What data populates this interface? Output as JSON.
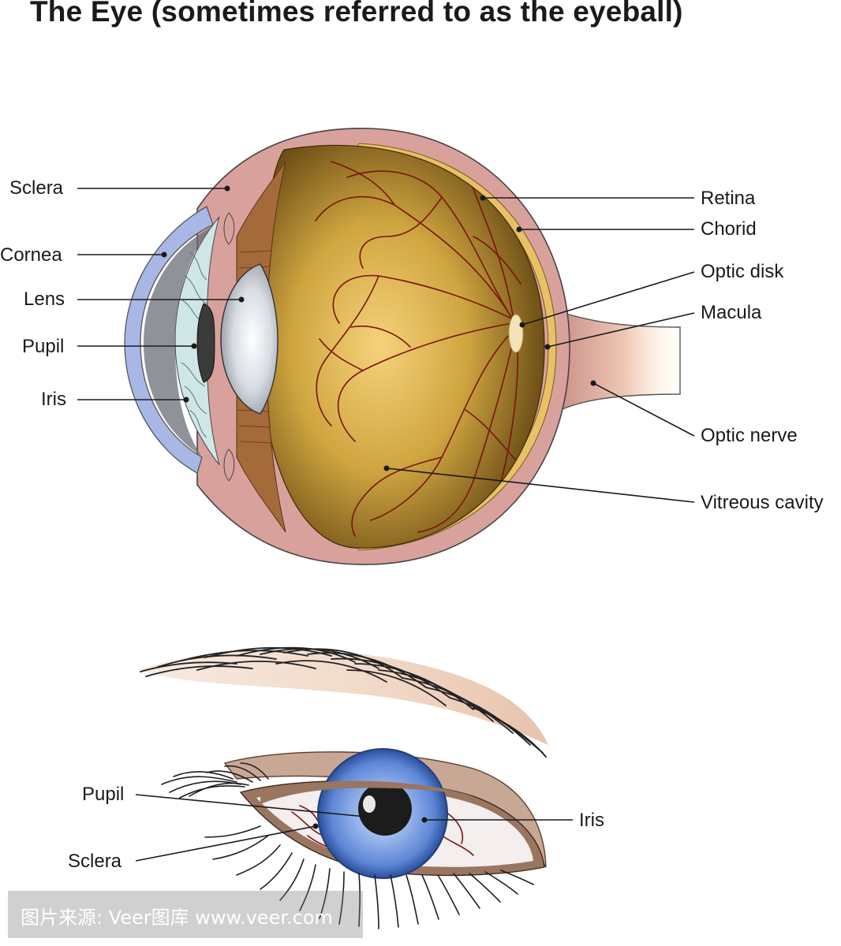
{
  "title": "The Eye (sometimes referred to as the eyeball)",
  "cross_section": {
    "labels": {
      "sclera": "Sclera",
      "cornea": "Cornea",
      "lens": "Lens",
      "pupil": "Pupil",
      "iris": "Iris",
      "retina": "Retina",
      "chorid": "Chorid",
      "optic_disk": "Optic disk",
      "macula": "Macula",
      "optic_nerve": "Optic nerve",
      "vitreous_cavity": "Vitreous cavity"
    }
  },
  "front_view": {
    "labels": {
      "pupil": "Pupil",
      "sclera": "Sclera",
      "iris": "Iris"
    }
  },
  "watermark": "图片来源: Veer图库 www.veer.com",
  "colors": {
    "sclera": "#d9a19c",
    "vitreous": "#b8902c",
    "choroid": "#e8c066",
    "cornea": "#a9b7e6",
    "iris_front": "#6b93df",
    "vessel": "#7a1410",
    "eyelid": "#9a7560"
  }
}
